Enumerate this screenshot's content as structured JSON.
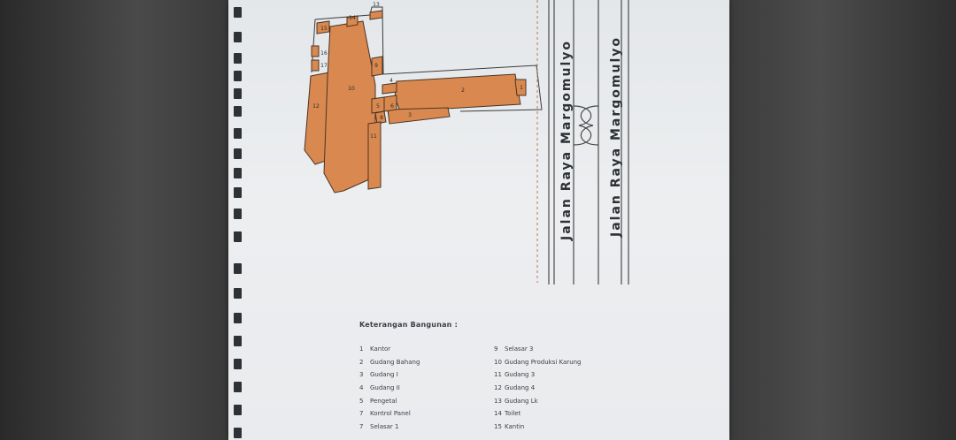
{
  "street": {
    "name_left": "Jalan Raya Margomulyo",
    "name_right": "Jalan Raya Margomulyo"
  },
  "buildings": [
    {
      "n": "1"
    },
    {
      "n": "2"
    },
    {
      "n": "3"
    },
    {
      "n": "4"
    },
    {
      "n": "5"
    },
    {
      "n": "6"
    },
    {
      "n": "8"
    },
    {
      "n": "9"
    },
    {
      "n": "10"
    },
    {
      "n": "11"
    },
    {
      "n": "12"
    },
    {
      "n": "13"
    },
    {
      "n": "14"
    },
    {
      "n": "15"
    },
    {
      "n": "16"
    },
    {
      "n": "17"
    }
  ],
  "legend": {
    "title": "Keterangan Bangunan :",
    "left_items": [
      {
        "num": "1",
        "label": "Kantor"
      },
      {
        "num": "2",
        "label": "Gudang Bahang"
      },
      {
        "num": "3",
        "label": "Gudang I"
      },
      {
        "num": "4",
        "label": "Gudang II"
      },
      {
        "num": "5",
        "label": "Pengetal"
      },
      {
        "num": "7",
        "label": "Kontrol Panel"
      },
      {
        "num": "7",
        "label": "Selasar 1"
      }
    ],
    "right_items": [
      {
        "num": "9",
        "label": "Selasar 3"
      },
      {
        "num": "10",
        "label": "Gudang Produksi Karung"
      },
      {
        "num": "11",
        "label": "Gudang 3"
      },
      {
        "num": "12",
        "label": "Gudang 4"
      },
      {
        "num": "13",
        "label": "Gudang Lk"
      },
      {
        "num": "14",
        "label": "Toilet"
      },
      {
        "num": "15",
        "label": "Kantin"
      }
    ]
  },
  "colors": {
    "building_fill": "#d9894f",
    "building_stroke": "#4a3324",
    "paper": "#e8eaed",
    "text": "#3b3f45"
  }
}
